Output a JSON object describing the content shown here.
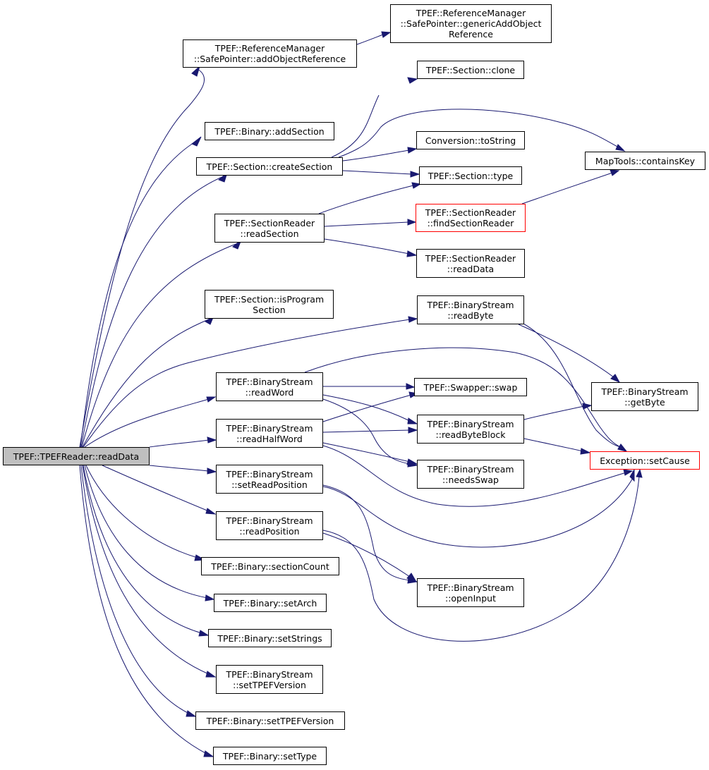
{
  "graph": {
    "edge_color": "#191970",
    "root_fill": "#bfbfbf",
    "highlight_border": "#ff0000",
    "nodes": {
      "root": "TPEF::TPEFReader::readData",
      "addObjectReference": "TPEF::ReferenceManager\n::SafePointer::addObjectReference",
      "genericAddObjectReference": "TPEF::ReferenceManager\n::SafePointer::genericAddObject\nReference",
      "addSection": "TPEF::Binary::addSection",
      "createSection": "TPEF::Section::createSection",
      "sectionClone": "TPEF::Section::clone",
      "toString": "Conversion::toString",
      "sectionType": "TPEF::Section::type",
      "containsKey": "MapTools::containsKey",
      "readSection": "TPEF::SectionReader\n::readSection",
      "findSectionReader": "TPEF::SectionReader\n::findSectionReader",
      "srReadData": "TPEF::SectionReader\n::readData",
      "isProgramSection": "TPEF::Section::isProgram\nSection",
      "readByte": "TPEF::BinaryStream\n::readByte",
      "readWord": "TPEF::BinaryStream\n::readWord",
      "swap": "TPEF::Swapper::swap",
      "getByte": "TPEF::BinaryStream\n::getByte",
      "readHalfWord": "TPEF::BinaryStream\n::readHalfWord",
      "readByteBlock": "TPEF::BinaryStream\n::readByteBlock",
      "setCause": "Exception::setCause",
      "needsSwap": "TPEF::BinaryStream\n::needsSwap",
      "setReadPosition": "TPEF::BinaryStream\n::setReadPosition",
      "readPosition": "TPEF::BinaryStream\n::readPosition",
      "sectionCount": "TPEF::Binary::sectionCount",
      "openInput": "TPEF::BinaryStream\n::openInput",
      "setArch": "TPEF::Binary::setArch",
      "setStrings": "TPEF::Binary::setStrings",
      "bsSetTPEFVersion": "TPEF::BinaryStream\n::setTPEFVersion",
      "binSetTPEFVersion": "TPEF::Binary::setTPEFVersion",
      "setType": "TPEF::Binary::setType"
    }
  }
}
